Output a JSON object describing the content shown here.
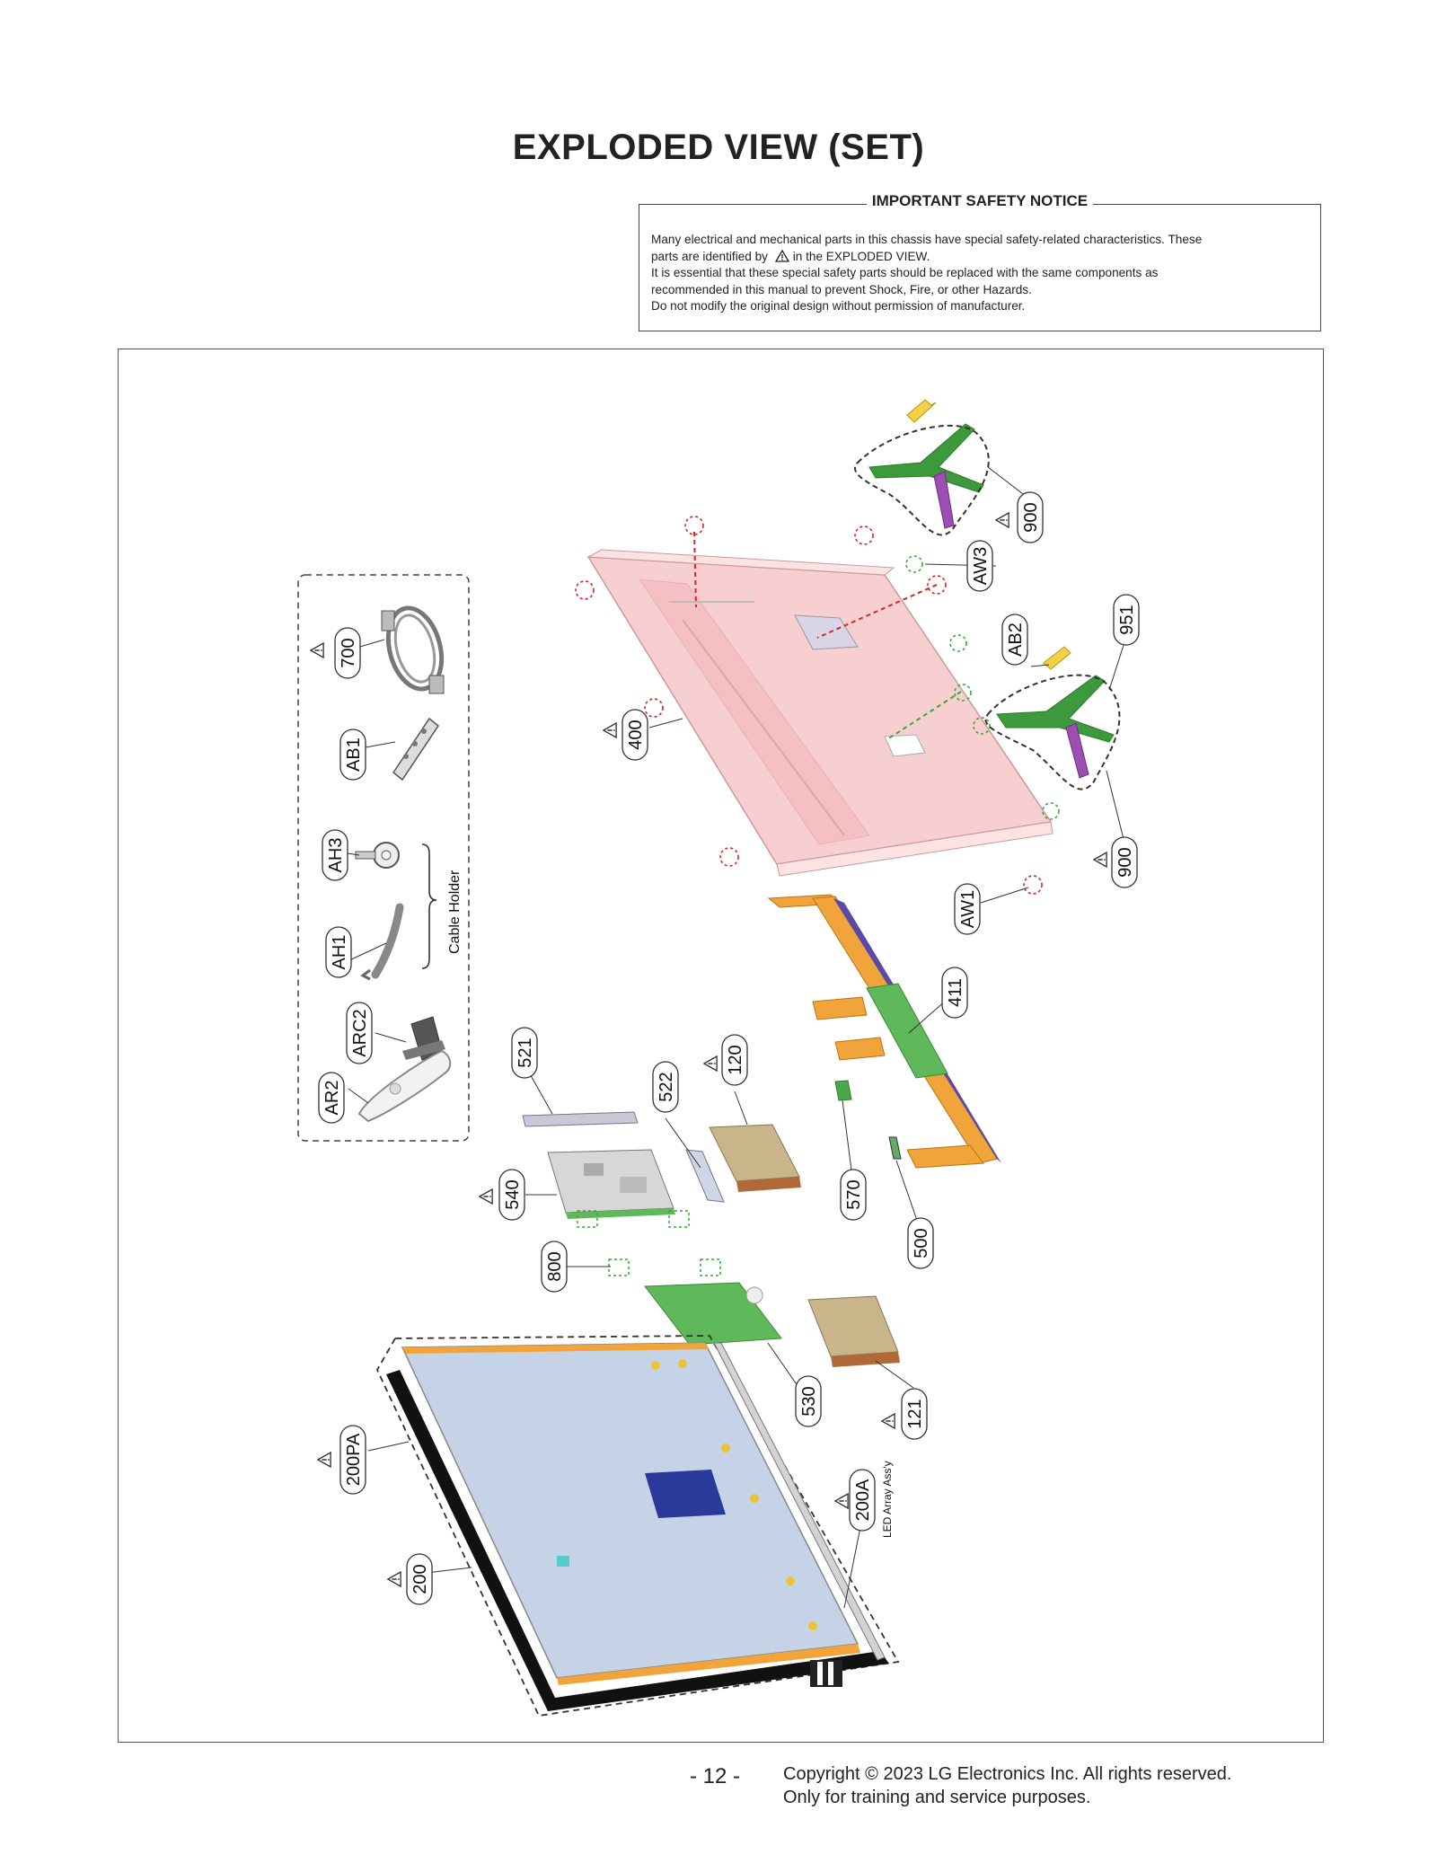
{
  "page": {
    "title": "EXPLODED VIEW (SET)",
    "page_number": "- 12 -",
    "copyright_line1": "Copyright © 2023 LG Electronics Inc. All rights reserved.",
    "copyright_line2": "Only for training and service purposes."
  },
  "notice": {
    "heading": "IMPORTANT SAFETY NOTICE",
    "line1": "Many electrical and mechanical parts in this chassis have special safety-related characteristics. These",
    "line2a": "parts are identified by",
    "line2b": "in the EXPLODED VIEW.",
    "line3": "It is essential that these special safety parts should be replaced with the same components as",
    "line4": "recommended in this manual to prevent Shock, Fire, or other Hazards.",
    "line5": "Do not modify the original design without permission of manufacturer."
  },
  "accessories": {
    "group_label": "Cable Holder"
  },
  "parts": {
    "p700": "700",
    "pAB1": "AB1",
    "pAH3": "AH3",
    "pAH1": "AH1",
    "pARC2": "ARC2",
    "pAR2": "AR2",
    "p400": "400",
    "p900a": "900",
    "p900b": "900",
    "pAW3": "AW3",
    "pAB2": "AB2",
    "p951": "951",
    "pAW1": "AW1",
    "p411": "411",
    "p521": "521",
    "p522": "522",
    "p120": "120",
    "p540": "540",
    "p570": "570",
    "p500": "500",
    "p800": "800",
    "p530": "530",
    "p121": "121",
    "p200PA": "200PA",
    "p200A": "200A",
    "p200": "200",
    "led_label": "LED Array Ass'y"
  },
  "colors": {
    "back_cover": "#f6c9cb",
    "stand": "#3c9a3c",
    "stand_neck": "#9b4fb0",
    "frame_bracket": "#f0a43a",
    "board": "#c9b58a",
    "green_board": "#5fb85a",
    "panel": "#c6d3e6",
    "safety_red": "#d22",
    "screw_green": "#3a3"
  }
}
